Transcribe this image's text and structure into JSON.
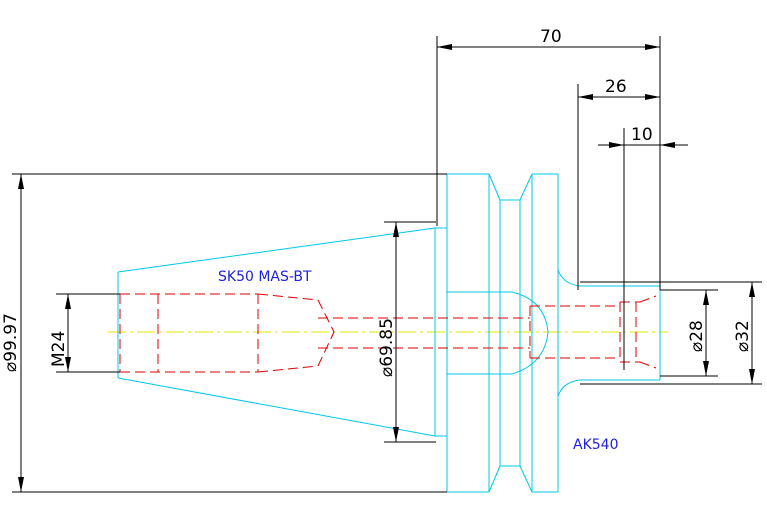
{
  "dimensions": {
    "overall_length": "70",
    "right_section_length": "26",
    "small_step_length": "10",
    "flange_diameter": "⌀99.97",
    "taper_diameter": "⌀69.85",
    "thread_size": "M24",
    "bore_diameter": "⌀28",
    "outer_diameter": "⌀32"
  },
  "labels": {
    "taper_spec": "SK50 MAS-BT",
    "adapter_model": "AK540"
  },
  "colors": {
    "outline": "#00c8e6",
    "hidden": "#e00000",
    "centerline": "#e6e600",
    "dimension": "#000000",
    "label": "#2020e0"
  }
}
